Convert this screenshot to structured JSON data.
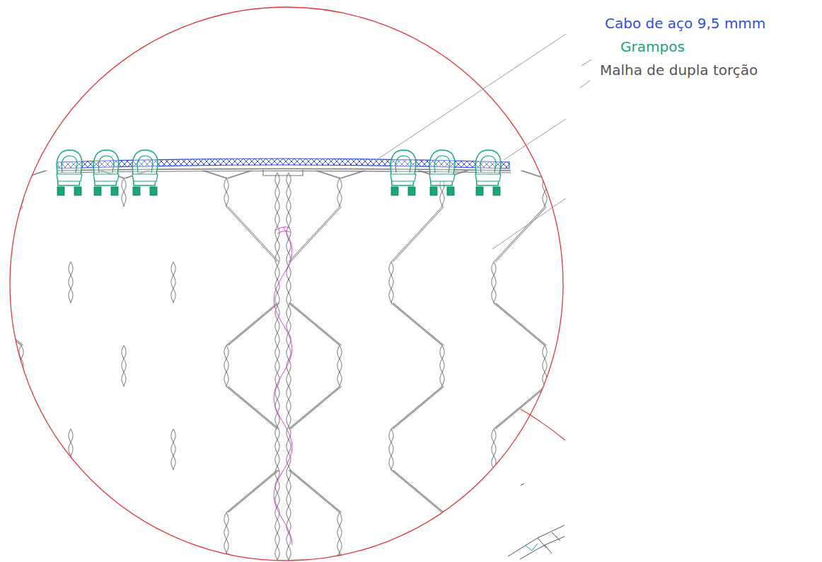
{
  "diagram": {
    "labels": [
      "Cabo de aço 9,5 mmm",
      "Grampos",
      "Malha de dupla torção"
    ]
  }
}
